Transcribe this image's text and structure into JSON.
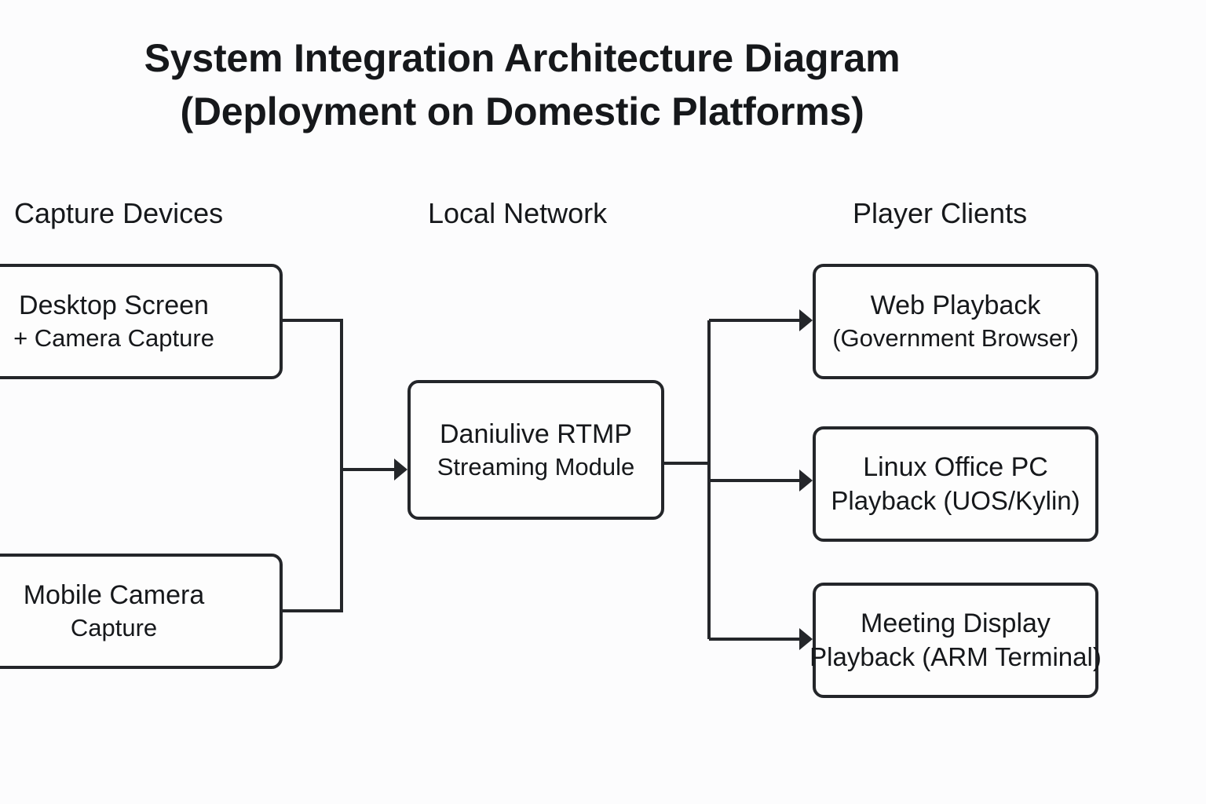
{
  "title": {
    "line1": "System Integration Architecture Diagram",
    "line2": "(Deployment on Domestic Platforms)",
    "full": "System Integration Architecture Diagram\n(Deployment on Domestic Platforms)"
  },
  "columns": [
    {
      "id": "capture",
      "label": "Capture Devices"
    },
    {
      "id": "network",
      "label": "Local Network"
    },
    {
      "id": "clients",
      "label": "Player Clients"
    }
  ],
  "nodes": {
    "capture_desktop": {
      "line1": "Desktop Screen",
      "line2": "+ Camera Capture"
    },
    "capture_mobile": {
      "line1": "Mobile Camera",
      "line2": "Capture"
    },
    "rtmp": {
      "line1": "Daniulive RTMP",
      "line2": "Streaming Module"
    },
    "player_web": {
      "line1": "Web Playback",
      "line2": "(Government Browser)"
    },
    "player_linux": {
      "line1": "Linux Office PC",
      "line2": "Playback (UOS/Kylin)"
    },
    "player_meeting": {
      "line1": "Meeting Display",
      "line2": "Playback (ARM Terminal)"
    }
  },
  "edges": [
    {
      "from": "capture_desktop",
      "to": "rtmp",
      "arrow": true
    },
    {
      "from": "capture_mobile",
      "to": "rtmp",
      "arrow": true
    },
    {
      "from": "rtmp",
      "to": "player_web",
      "arrow": true
    },
    {
      "from": "rtmp",
      "to": "player_linux",
      "arrow": true
    },
    {
      "from": "rtmp",
      "to": "player_meeting",
      "arrow": true
    }
  ],
  "colors": {
    "background": "#fcfcfd",
    "stroke": "#24262a",
    "node_fill": "#fdfdfd",
    "text": "#16181b"
  }
}
